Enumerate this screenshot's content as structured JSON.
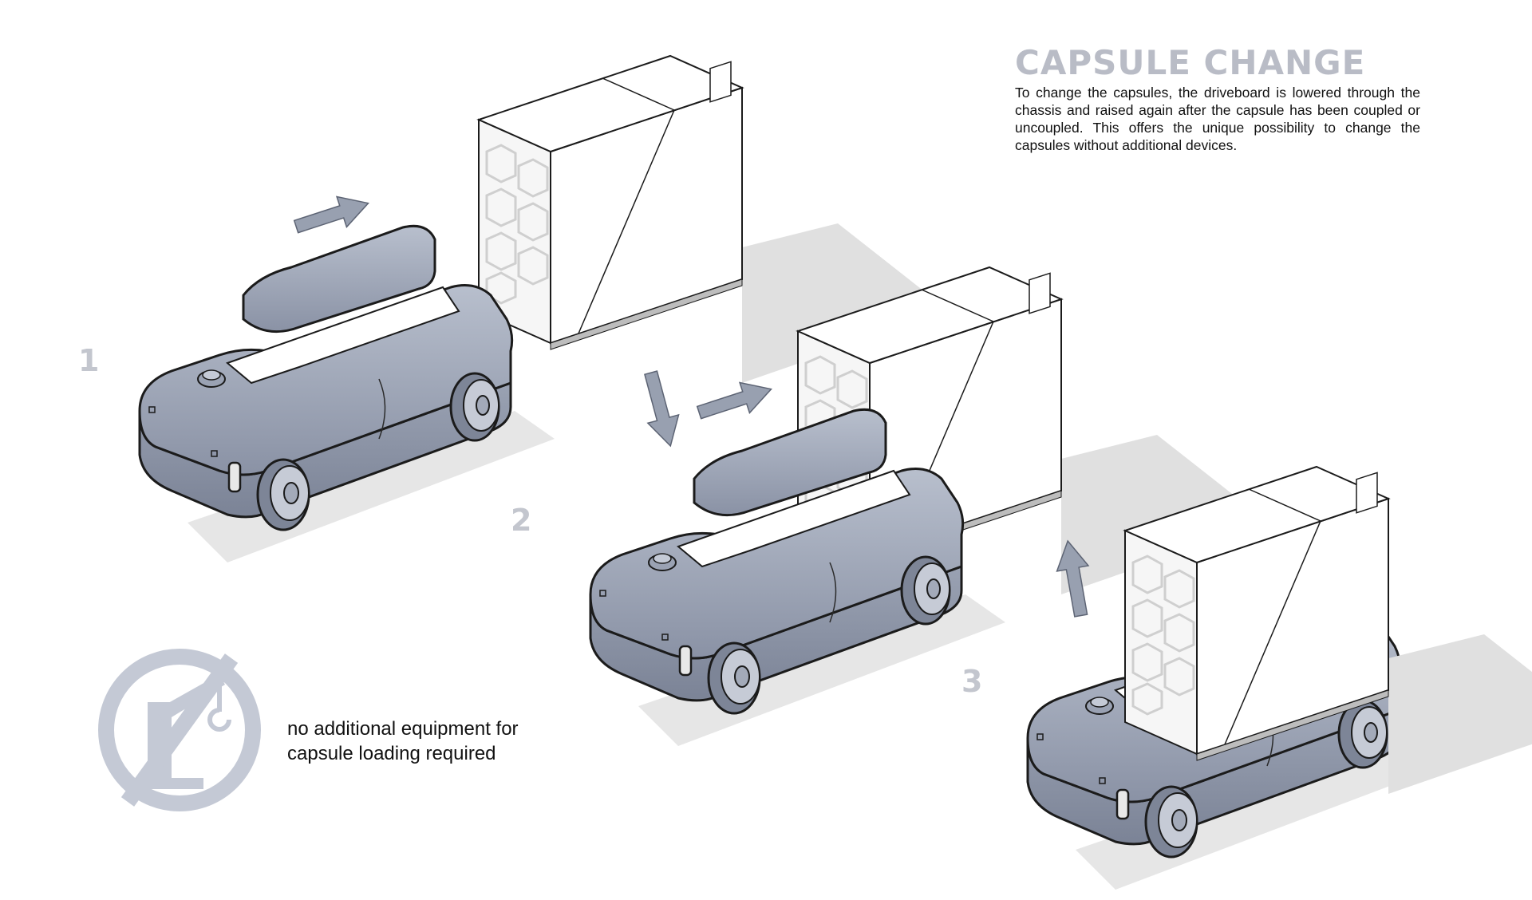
{
  "header": {
    "title": "CAPSULE CHANGE",
    "description": "To change the capsules, the driveboard is lowered through the chassis and raised again after the capsule has been coupled or uncoupled. This offers the unique possibility to change the capsules without additional devices."
  },
  "steps": [
    {
      "label": "1"
    },
    {
      "label": "2"
    },
    {
      "label": "3"
    }
  ],
  "note": {
    "icon": "no-crane-icon",
    "text_line1": "no additional equipment for",
    "text_line2": "capsule loading required"
  },
  "colors": {
    "vehicle": "#a7aebe",
    "vehicle_dark": "#7d8597",
    "capsule": "#f4f4f4",
    "shadow": "#dcdcdc",
    "arrow": "#98a0b0",
    "title": "#b9bcc6",
    "step_label": "#c3c6ce",
    "prohibit": "#c4c9d5"
  }
}
